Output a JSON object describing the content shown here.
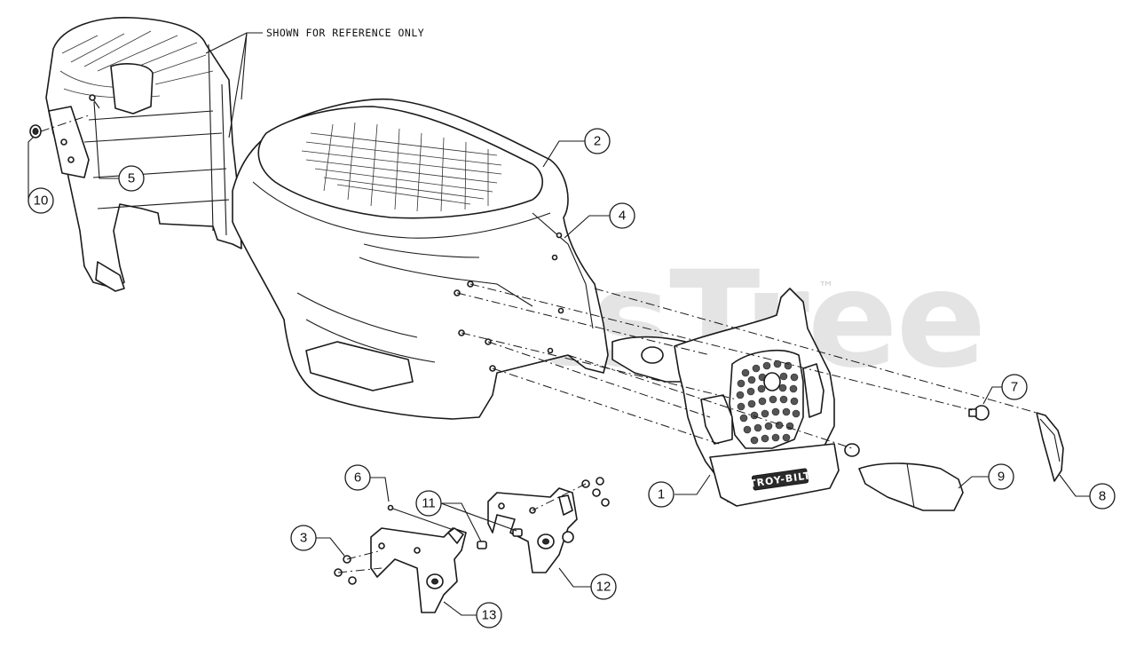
{
  "reference_note": "SHOWN FOR REFERENCE ONLY",
  "watermark": {
    "text": "PartsTree",
    "trademark": "™"
  },
  "nameplate": {
    "text": "TROY-BILT"
  },
  "callouts": [
    {
      "id": "c1",
      "label": "1"
    },
    {
      "id": "c2",
      "label": "2"
    },
    {
      "id": "c3",
      "label": "3"
    },
    {
      "id": "c4",
      "label": "4"
    },
    {
      "id": "c5",
      "label": "5"
    },
    {
      "id": "c6",
      "label": "6"
    },
    {
      "id": "c7",
      "label": "7"
    },
    {
      "id": "c8",
      "label": "8"
    },
    {
      "id": "c9",
      "label": "9"
    },
    {
      "id": "c10",
      "label": "10"
    },
    {
      "id": "c11",
      "label": "11"
    },
    {
      "id": "c12",
      "label": "12"
    },
    {
      "id": "c13",
      "label": "13"
    }
  ]
}
